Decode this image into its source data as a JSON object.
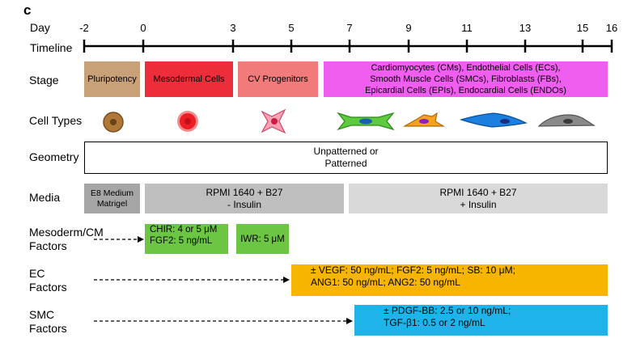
{
  "panel_letter": "c",
  "axis": {
    "day_label": "Day",
    "timeline_label": "Timeline",
    "ticks": [
      "-2",
      "0",
      "3",
      "5",
      "7",
      "9",
      "11",
      "13",
      "15",
      "16"
    ]
  },
  "rows": {
    "stage": "Stage",
    "cell_types": "Cell Types",
    "geometry": "Geometry",
    "media": "Media",
    "mesoderm_line1": "Mesoderm/CM",
    "mesoderm_line2": "Factors",
    "ec_line1": "EC",
    "ec_line2": "Factors",
    "smc_line1": "SMC",
    "smc_line2": "Factors"
  },
  "stages": {
    "pluripotency": "Pluripotency",
    "mesodermal": "Mesodermal Cells",
    "cv_progenitors": "CV Progenitors",
    "mature_line1": "Cardiomyocytes (CMs), Endothelial Cells (ECs),",
    "mature_line2": "Smooth Muscle Cells (SMCs), Fibroblasts (FBs),",
    "mature_line3": "Epicardial Cells (EPIs), Endocardial Cells (ENDOs)"
  },
  "geometry": {
    "line1": "Unpatterned or",
    "line2": "Patterned"
  },
  "media": {
    "e8_line1": "E8 Medium",
    "e8_line2": "Matrigel",
    "rpmi_minus_line1": "RPMI 1640 + B27",
    "rpmi_minus_line2": "- Insulin",
    "rpmi_plus_line1": "RPMI 1640 + B27",
    "rpmi_plus_line2": "+ Insulin"
  },
  "factors": {
    "chir": "CHIR: 4 or 5 μM",
    "fgf2": "FGF2: 5 ng/mL",
    "iwr": "IWR: 5 μM",
    "ec_line1": "± VEGF: 50 ng/mL; FGF2: 5 ng/mL; SB: 10 μM;",
    "ec_line2": "ANG1: 50 ng/mL; ANG2: 50 ng/mL",
    "smc_line1": "± PDGF-BB: 2.5 or 10 ng/mL;",
    "smc_line2": "TGF-β1: 0.5 or 2 ng/mL"
  },
  "colors": {
    "pluripotency": "#c8a178",
    "mesodermal": "#ee2d3b",
    "cv_progenitors": "#f17b7b",
    "mature": "#f05ef0",
    "e8": "#a6a6a6",
    "rpmi_minus": "#bfbfbf",
    "rpmi_plus": "#d9d9d9",
    "mesoderm_factor": "#6cc644",
    "ec_factor": "#f7b500",
    "smc_factor": "#1eb4ea"
  }
}
